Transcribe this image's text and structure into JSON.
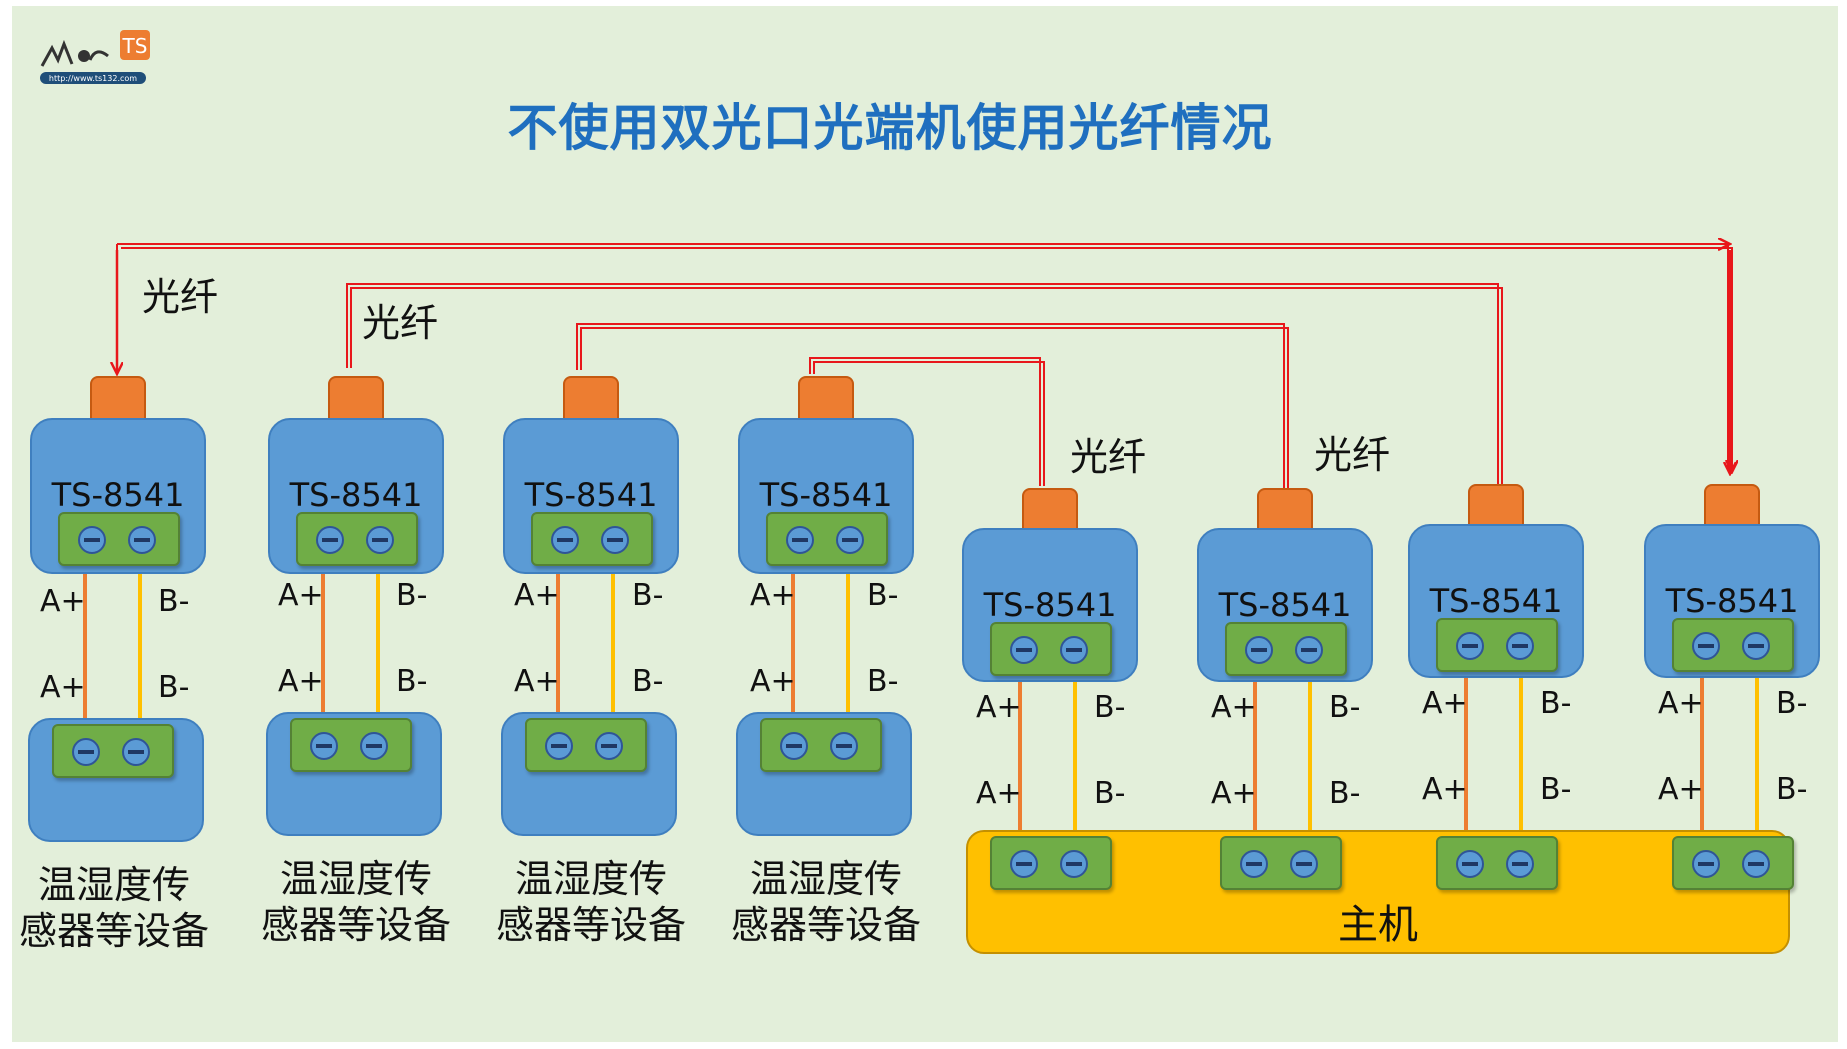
{
  "title": "不使用双光口光端机使用光纤情况",
  "logo": {
    "url_text": "http://www.ts132.com",
    "badge": "TS"
  },
  "fiber_label": "光纤",
  "converter_model": "TS-8541",
  "pin_a": "A+",
  "pin_b": "B-",
  "sensor_caption_line1": "温湿度传",
  "sensor_caption_line2": "感器等设备",
  "host_label": "主机",
  "colors": {
    "background": "#e3efda",
    "title": "#1f6fbf",
    "device_box": "#5b9bd5",
    "fiber_port": "#ed7d31",
    "terminal": "#70ad47",
    "host": "#ffc000",
    "fiber_line": "#e8171b",
    "wire_a": "#ed7d31",
    "wire_b": "#ffc000"
  }
}
